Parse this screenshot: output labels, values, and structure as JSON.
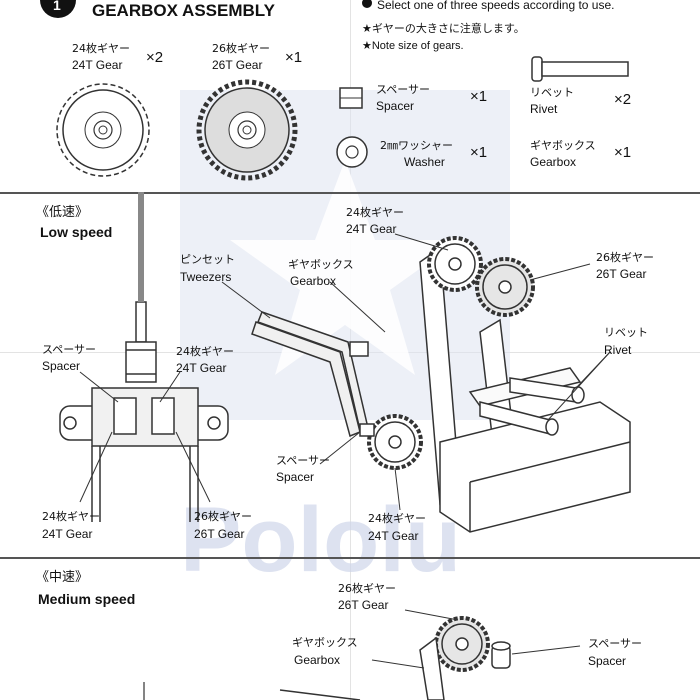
{
  "header": {
    "step_number": "1",
    "title": "GEARBOX ASSEMBLY",
    "notes": [
      "Select one of three speeds according to use.",
      "★ギヤーの大きさに注意します。",
      "★Note size of gears."
    ]
  },
  "parts": {
    "gear24": {
      "jp": "24枚ギヤー",
      "en": "24T Gear",
      "qty": "×2"
    },
    "gear26": {
      "jp": "26枚ギヤー",
      "en": "26T Gear",
      "qty": "×1"
    },
    "spacer": {
      "jp": "スペーサー",
      "en": "Spacer",
      "qty": "×1"
    },
    "washer": {
      "jp": "2㎜ワッシャー",
      "en": "Washer",
      "qty": "×1"
    },
    "rivet": {
      "jp": "リベット",
      "en": "Rivet",
      "qty": "×2"
    },
    "gearbox": {
      "jp": "ギヤボックス",
      "en": "Gearbox",
      "qty": "×1"
    }
  },
  "low_speed": {
    "title_jp": "《低速》",
    "title_en": "Low speed",
    "labels": {
      "gear24_top": {
        "jp": "24枚ギヤー",
        "en": "24T Gear"
      },
      "gear26_right": {
        "jp": "26枚ギヤー",
        "en": "26T Gear"
      },
      "tweezers": {
        "jp": "ピンセット",
        "en": "Tweezers"
      },
      "gearbox": {
        "jp": "ギヤボックス",
        "en": "Gearbox"
      },
      "rivet": {
        "jp": "リベット",
        "en": "Rivet"
      },
      "spacer_left": {
        "jp": "スペーサー",
        "en": "Spacer"
      },
      "gear24_left_top": {
        "jp": "24枚ギヤー",
        "en": "24T Gear"
      },
      "spacer_mid": {
        "jp": "スペーサー",
        "en": "Spacer"
      },
      "gear24_bottom_left": {
        "jp": "24枚ギヤー",
        "en": "24T Gear"
      },
      "gear26_bottom": {
        "jp": "26枚ギヤー",
        "en": "26T Gear"
      },
      "gear24_bottom_right": {
        "jp": "24枚ギヤー",
        "en": "24T Gear"
      }
    }
  },
  "medium_speed": {
    "title_jp": "《中速》",
    "title_en": "Medium speed",
    "labels": {
      "gear26": {
        "jp": "26枚ギヤー",
        "en": "26T Gear"
      },
      "gearbox": {
        "jp": "ギヤボックス",
        "en": "Gearbox"
      },
      "spacer": {
        "jp": "スペーサー",
        "en": "Spacer"
      }
    }
  },
  "watermark": {
    "text": "Pololu",
    "color": "#c9d0e6"
  }
}
